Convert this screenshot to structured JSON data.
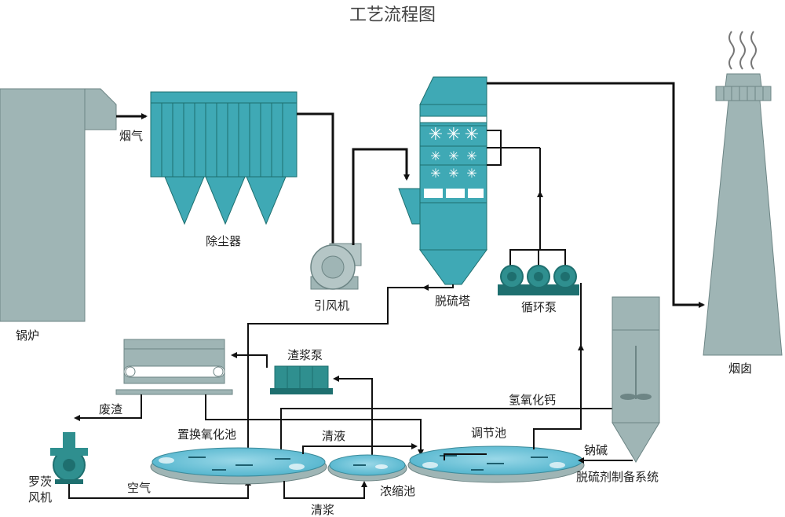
{
  "title": "工艺流程图",
  "labels": {
    "boiler": "锅炉",
    "flue_gas": "烟气",
    "dust_collector": "除尘器",
    "induced_fan": "引风机",
    "desulfurization_tower": "脱硫塔",
    "circulation_pump": "循环泵",
    "chimney": "烟囱",
    "slurry_pump": "渣浆泵",
    "waste_residue": "废渣",
    "roots_blower": "罗茨\n风机",
    "roots_blower_line1": "罗茨",
    "roots_blower_line2": "风机",
    "replacement_oxidation_pool": "置换氧化池",
    "clear_liquid": "清液",
    "regulating_pool": "调节池",
    "calcium_hydroxide": "氢氧化钙",
    "sodium_alkali": "钠碱",
    "desulfurizer_preparation_system": "脱硫剂制备系统",
    "air": "空气",
    "thickening_pool": "浓缩池",
    "clear_slurry": "清浆"
  },
  "colors": {
    "equipment_teal": "#3fa9b5",
    "equipment_gray": "#9fb5b5",
    "dark_teal": "#1e6f6f",
    "line": "#111111",
    "water_blue": "#6fc4d8"
  }
}
